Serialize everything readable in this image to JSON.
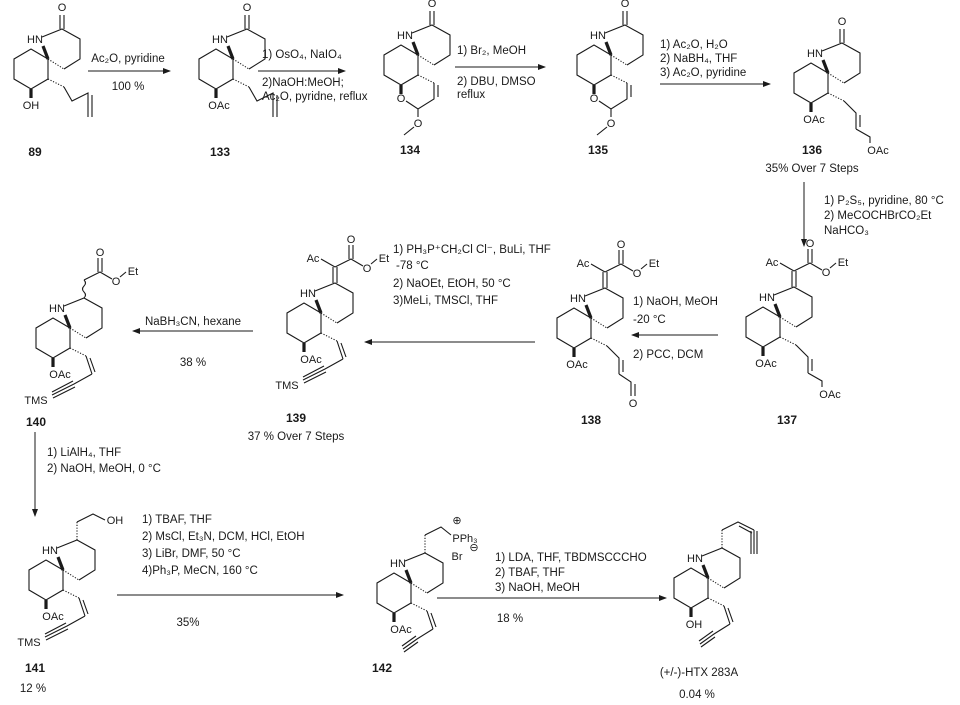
{
  "compounds": {
    "c89": {
      "label": "89",
      "atoms": [
        "O",
        "HN",
        "OH"
      ]
    },
    "c133": {
      "label": "133",
      "atoms": [
        "O",
        "HN",
        "OAc"
      ]
    },
    "c134": {
      "label": "134",
      "atoms": [
        "O",
        "HN",
        "O",
        "O"
      ]
    },
    "c135": {
      "label": "135",
      "atoms": [
        "O",
        "HN",
        "O",
        "O"
      ]
    },
    "c136": {
      "label": "136",
      "atoms": [
        "O",
        "HN",
        "OAc",
        "OAc"
      ],
      "yield": "35% Over 7 Steps"
    },
    "c137": {
      "label": "137",
      "atoms": [
        "Ac",
        "O",
        "O",
        "Et",
        "HN",
        "OAc",
        "OAc"
      ]
    },
    "c138": {
      "label": "138",
      "atoms": [
        "Ac",
        "O",
        "O",
        "Et",
        "HN",
        "OAc",
        "O"
      ]
    },
    "c139": {
      "label": "139",
      "atoms": [
        "Ac",
        "O",
        "O",
        "Et",
        "HN",
        "OAc",
        "TMS"
      ],
      "yield": "37 % Over 7 Steps"
    },
    "c140": {
      "label": "140",
      "atoms": [
        "O",
        "O",
        "Et",
        "HN",
        "OAc",
        "TMS"
      ]
    },
    "c141": {
      "label": "141",
      "atoms": [
        "OH",
        "HN",
        "OAc",
        "TMS"
      ],
      "yield": "12 %"
    },
    "c142": {
      "label": "142",
      "atoms": [
        "PPh₃",
        "⊕",
        "Br",
        "⊖",
        "HN",
        "OAc"
      ]
    },
    "htx": {
      "label": "(+/-)-HTX 283A",
      "atoms": [
        "HN",
        "OH"
      ],
      "yield": "0.04 %"
    }
  },
  "steps": [
    {
      "from": "89",
      "to": "133",
      "conditions": [
        "Ac₂O, pyridine"
      ],
      "yield": "100 %"
    },
    {
      "from": "133",
      "to": "134",
      "conditions": [
        "1) OsO₄, NaIO₄",
        "2)NaOH:MeOH;",
        "Ac₂O, pyridne, reflux"
      ]
    },
    {
      "from": "134",
      "to": "135",
      "conditions": [
        "1) Br₂, MeOH",
        "2) DBU, DMSO",
        "reflux"
      ]
    },
    {
      "from": "135",
      "to": "136",
      "conditions": [
        "1) Ac₂O, H₂O",
        "2) NaBH₄, THF",
        "3) Ac₂O, pyridine"
      ]
    },
    {
      "from": "136",
      "to": "137",
      "conditions": [
        "1) P₂S₅, pyridine, 80 °C",
        "2) MeCOCHBrCO₂Et",
        "NaHCO₃"
      ]
    },
    {
      "from": "137",
      "to": "138",
      "conditions": [
        "1) NaOH, MeOH",
        "-20 °C",
        "2) PCC, DCM"
      ]
    },
    {
      "from": "138",
      "to": "139",
      "conditions": [
        "1) PH₃P⁺CH₂Cl Cl⁻, BuLi, THF",
        "-78 °C",
        "2) NaOEt, EtOH, 50 °C",
        "3)MeLi, TMSCl, THF"
      ]
    },
    {
      "from": "139",
      "to": "140",
      "conditions": [
        "NaBH₃CN, hexane"
      ],
      "yield": "38 %"
    },
    {
      "from": "140",
      "to": "141",
      "conditions": [
        "1) LiAlH₄, THF",
        "2) NaOH, MeOH, 0 °C"
      ]
    },
    {
      "from": "141",
      "to": "142",
      "conditions": [
        "1) TBAF, THF",
        "2) MsCl, Et₃N, DCM, HCl, EtOH",
        "3) LiBr, DMF, 50 °C",
        "4)Ph₃P, MeCN, 160 °C"
      ],
      "yield": "35%"
    },
    {
      "from": "142",
      "to": "(+/-)-HTX 283A",
      "conditions": [
        "1) LDA, THF, TBDMSCCCHO",
        "2) TBAF, THF",
        "3) NaOH, MeOH"
      ],
      "yield": "18 %"
    }
  ]
}
